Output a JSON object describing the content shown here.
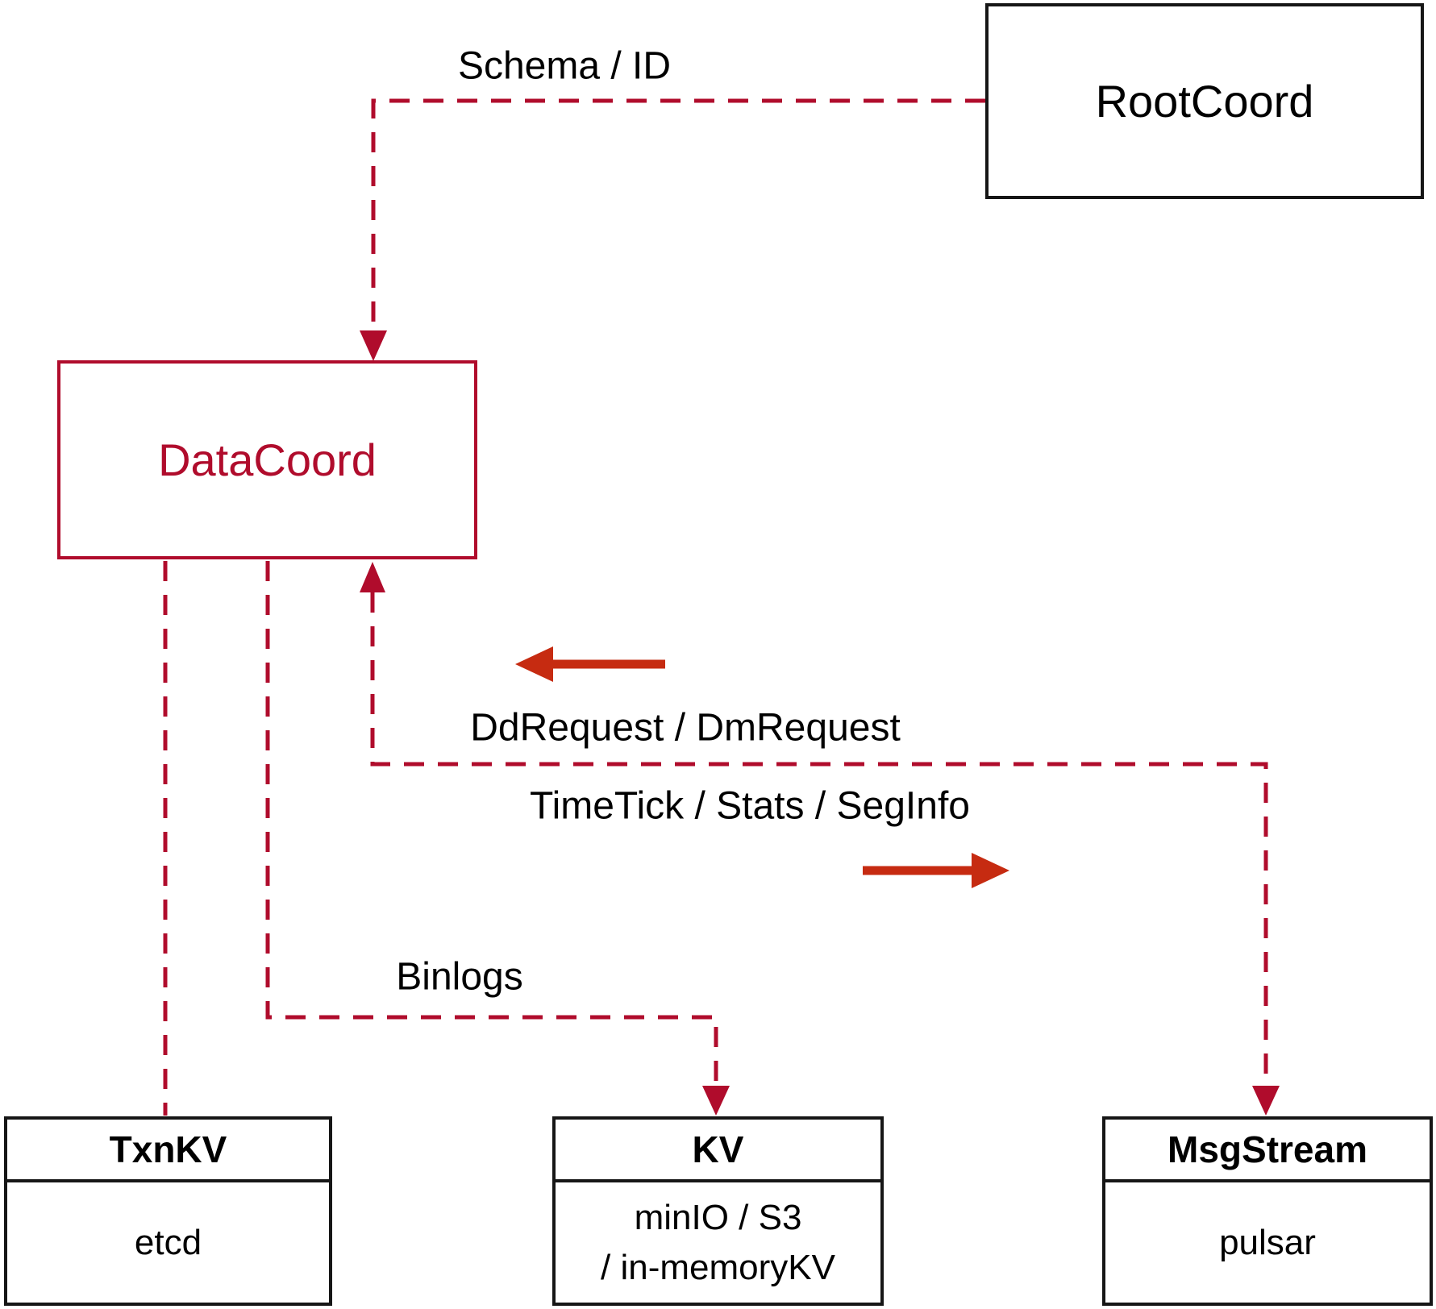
{
  "diagram": {
    "title": "Milvus DataCoord architecture diagram",
    "colors": {
      "dashed_edge_red": "#b00c2c",
      "solid_arrow_red": "#c62b11",
      "box_border_black": "#161616",
      "accent_node_red": "#b00c2c",
      "text_black": "#000000",
      "background": "#ffffff"
    },
    "nodes": {
      "rootcoord": {
        "label": "RootCoord"
      },
      "datacoord": {
        "label": "DataCoord"
      },
      "txnkv": {
        "title": "TxnKV",
        "body": "etcd"
      },
      "kv": {
        "title": "KV",
        "body_line1": "minIO / S3",
        "body_line2": "/ in-memoryKV"
      },
      "msgstream": {
        "title": "MsgStream",
        "body": "pulsar"
      }
    },
    "edge_labels": {
      "schema_id": "Schema / ID",
      "dd_dm_request": "DdRequest / DmRequest",
      "timetick_stats_seginfo": "TimeTick / Stats / SegInfo",
      "binlogs": "Binlogs"
    },
    "edges": [
      {
        "name": "rootcoord-to-datacoord",
        "style": "dashed",
        "label": "Schema / ID",
        "arrow": "into DataCoord top"
      },
      {
        "name": "datacoord-to-txnkv",
        "style": "dashed",
        "label": "",
        "arrow": "none"
      },
      {
        "name": "datacoord-to-kv",
        "style": "dashed",
        "label": "Binlogs",
        "arrow": "into KV top"
      },
      {
        "name": "msgstream-datacoord-return",
        "style": "dashed",
        "label": "DdRequest / DmRequest | TimeTick / Stats / SegInfo",
        "arrow": "into DataCoord bottom and into MsgStream top"
      },
      {
        "name": "flow-left-indicator",
        "style": "solid",
        "direction": "left"
      },
      {
        "name": "flow-right-indicator",
        "style": "solid",
        "direction": "right"
      }
    ]
  }
}
